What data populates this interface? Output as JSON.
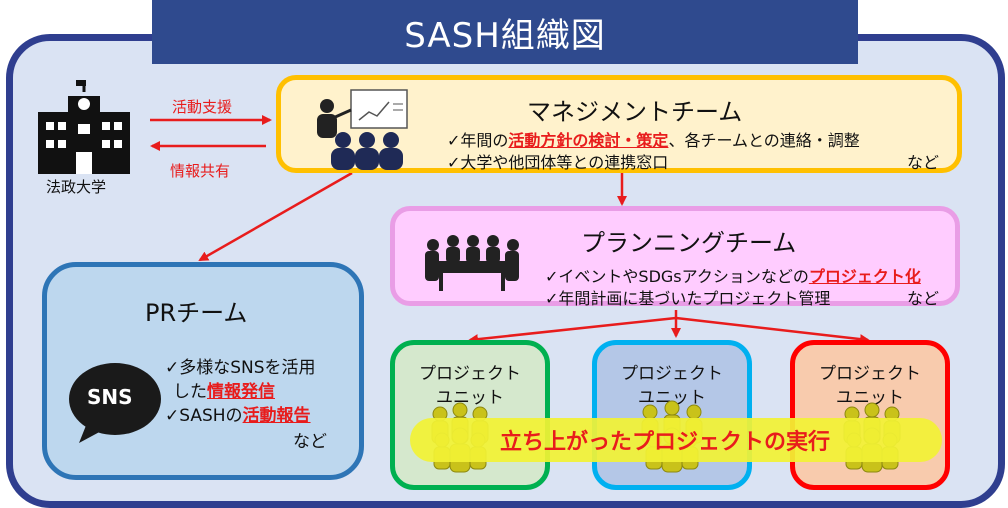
{
  "title": "SASH組織図",
  "university": {
    "label": "法政大学"
  },
  "arrows": {
    "support": "活動支援",
    "share": "情報共有"
  },
  "management": {
    "title": "マネジメントチーム",
    "line1_pre": "✓年間の",
    "line1_hl": "活動方針の検討・策定",
    "line1_post": "、各チームとの連絡・調整",
    "line2": "✓大学や他団体等との連携窓口",
    "etc": "など"
  },
  "planning": {
    "title": "プランニングチーム",
    "line1_pre": "✓イベントやSDGsアクションなどの",
    "line1_hl": "プロジェクト化",
    "line2": "✓年間計画に基づいたプロジェクト管理",
    "etc": "など"
  },
  "pr": {
    "title": "PRチーム",
    "sns_icon_text": "SNS",
    "line1": "✓多様なSNSを活用",
    "line2_pre": "した",
    "line2_hl": "情報発信",
    "line3_pre": "✓SASHの",
    "line3_hl": "活動報告",
    "etc": "など"
  },
  "units": [
    {
      "line1": "プロジェクト",
      "line2": "ユニット"
    },
    {
      "line1": "プロジェクト",
      "line2": "ユニット"
    },
    {
      "line1": "プロジェクト",
      "line2": "ユニット"
    }
  ],
  "banner": "立ち上がったプロジェクトの実行",
  "colors": {
    "frame": "#2f3e8f",
    "title_bg": "#2f4a8e",
    "arrow": "#e81c1c",
    "highlight": "#e81c1c"
  }
}
